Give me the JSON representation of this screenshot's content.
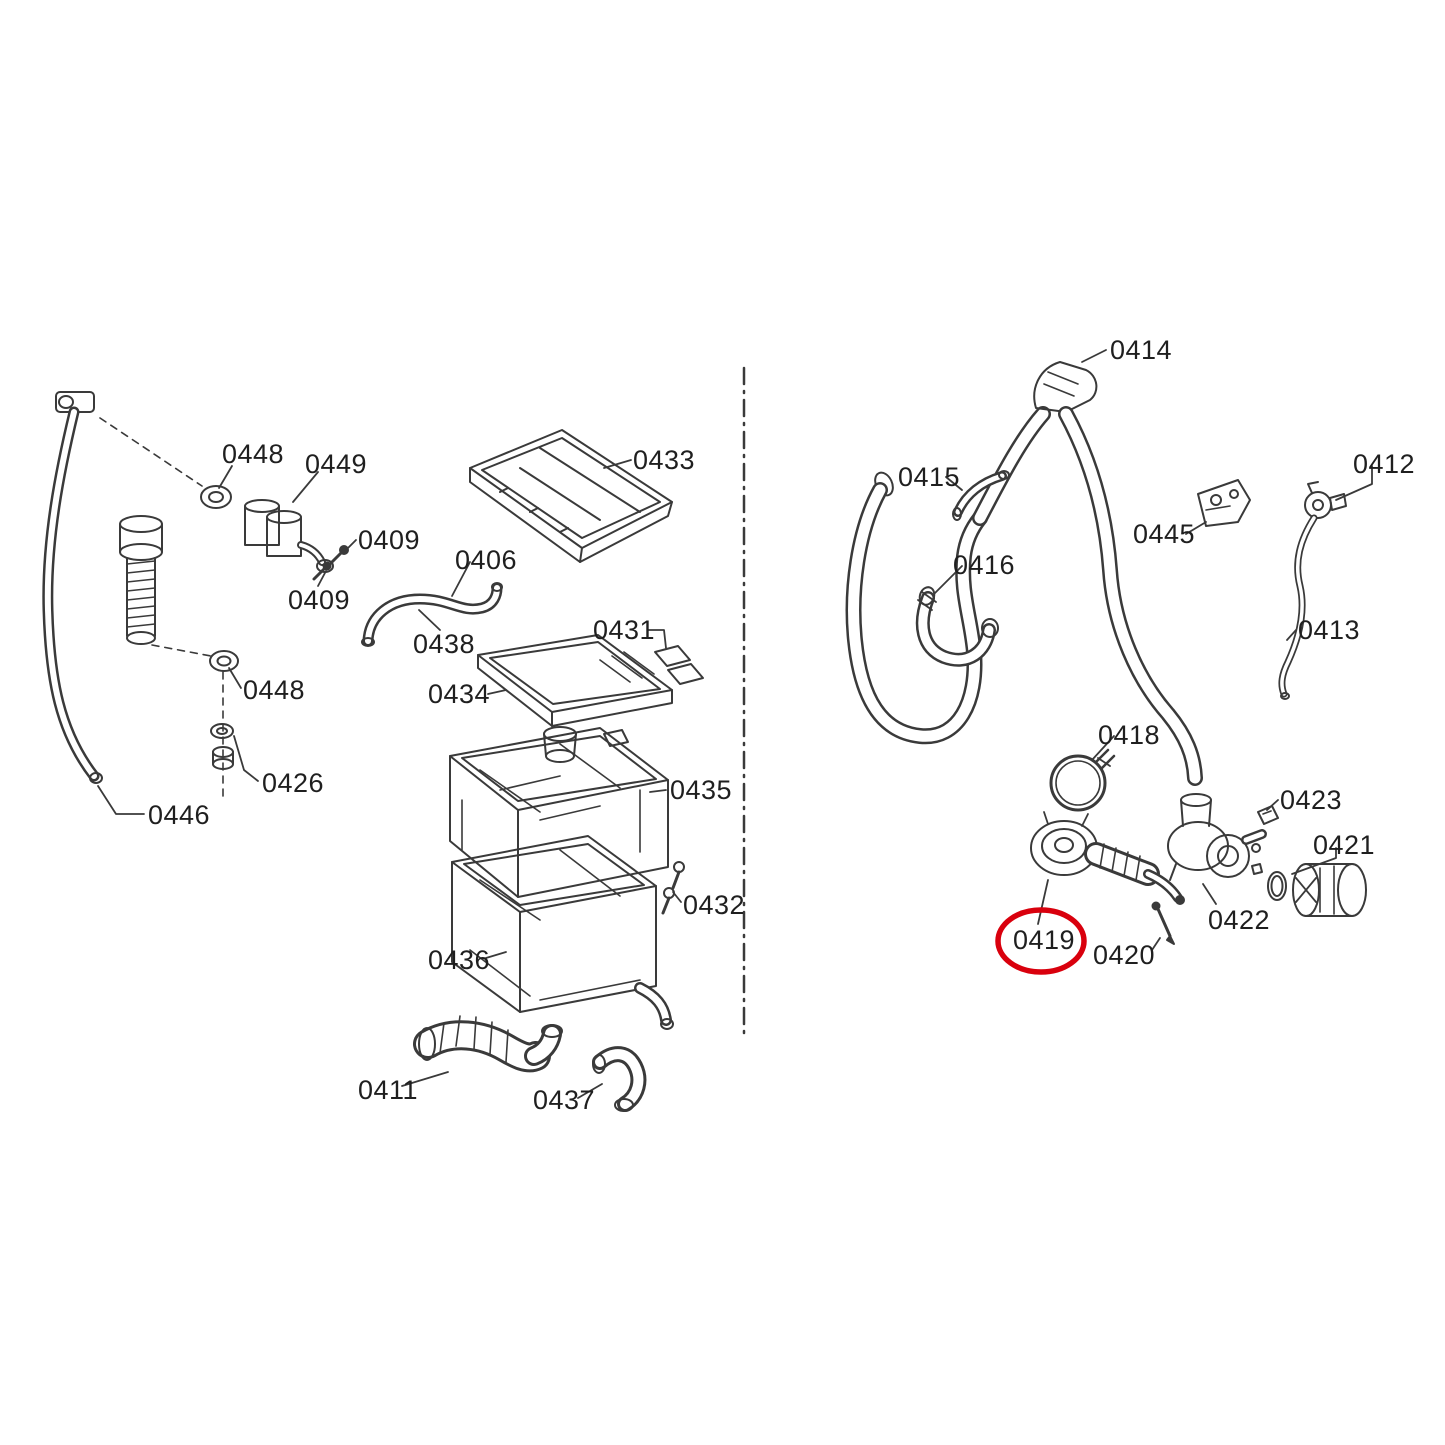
{
  "diagram": {
    "title": "Appliance exploded parts diagram",
    "line_color": "#3a3a3a",
    "label_color": "#1f1f1f",
    "highlight_color": "#d9000d",
    "highlighted_part": "0419",
    "labels": [
      {
        "text": "0448"
      },
      {
        "text": "0449"
      },
      {
        "text": "0409"
      },
      {
        "text": "0409"
      },
      {
        "text": "0406"
      },
      {
        "text": "0433"
      },
      {
        "text": "0438"
      },
      {
        "text": "0431"
      },
      {
        "text": "0434"
      },
      {
        "text": "0435"
      },
      {
        "text": "0432"
      },
      {
        "text": "0436"
      },
      {
        "text": "0426"
      },
      {
        "text": "0448"
      },
      {
        "text": "0446"
      },
      {
        "text": "0411"
      },
      {
        "text": "0437"
      },
      {
        "text": "0414"
      },
      {
        "text": "0415"
      },
      {
        "text": "0412"
      },
      {
        "text": "0445"
      },
      {
        "text": "0416"
      },
      {
        "text": "0413"
      },
      {
        "text": "0418"
      },
      {
        "text": "0423"
      },
      {
        "text": "0421"
      },
      {
        "text": "0422"
      },
      {
        "text": "0419",
        "highlighted": true
      },
      {
        "text": "0420"
      }
    ]
  }
}
